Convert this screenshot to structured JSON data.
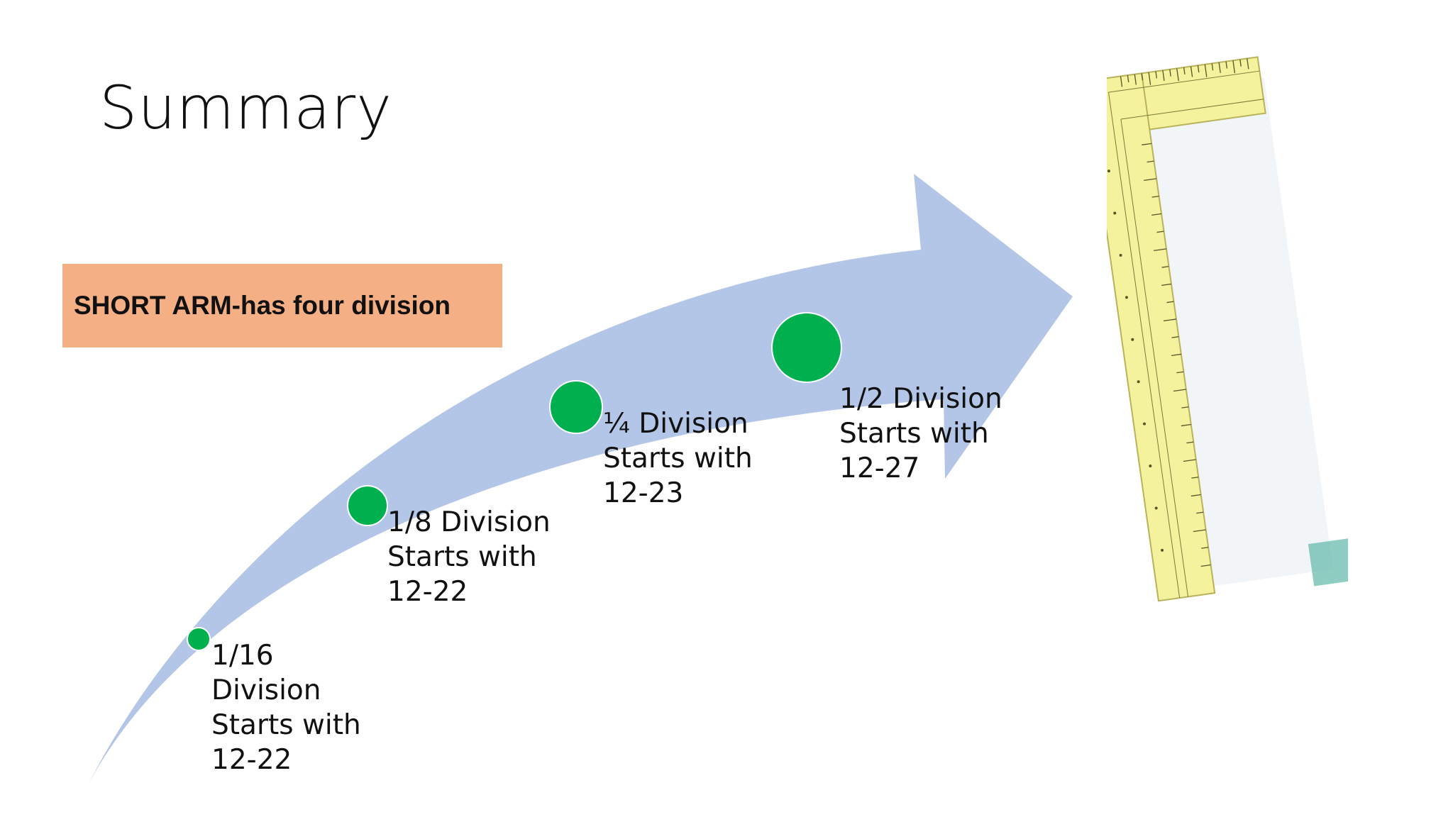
{
  "slide": {
    "title": "Summary",
    "arm_label": "SHORT ARM-has four division"
  },
  "milestones": [
    {
      "lines": [
        "1/16",
        "Division",
        "Starts with",
        "12-22"
      ]
    },
    {
      "lines": [
        "1/8 Division",
        "Starts with",
        "12-22"
      ]
    },
    {
      "lines": [
        "¼ Division",
        "Starts with",
        "12-23"
      ]
    },
    {
      "lines": [
        "1/2 Division",
        "Starts with",
        "12-27"
      ]
    }
  ],
  "colors": {
    "arrow": "#b4c6e7",
    "dot": "#00b04f",
    "label_box": "#f5af85",
    "ruler": "#f4f29c"
  },
  "image": {
    "icon": "carpenter-square-ruler-icon"
  }
}
